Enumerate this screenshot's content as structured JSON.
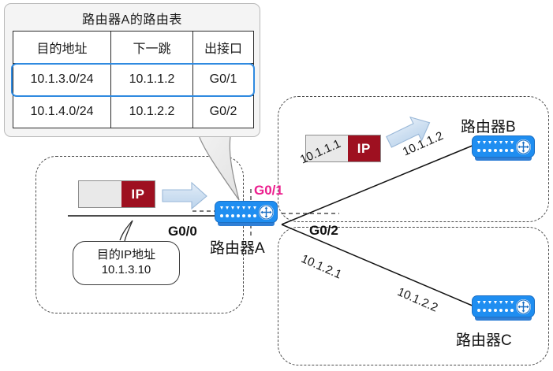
{
  "routing_table": {
    "title": "路由器A的路由表",
    "headers": [
      "目的地址",
      "下一跳",
      "出接口"
    ],
    "rows": [
      {
        "destination": "10.1.3.0/24",
        "next_hop": "10.1.1.2",
        "interface": "G0/1",
        "highlighted": true
      },
      {
        "destination": "10.1.4.0/24",
        "next_hop": "10.1.2.2",
        "interface": "G0/2",
        "highlighted": false
      }
    ],
    "highlight_color": "#2f8ae0"
  },
  "packets": {
    "left_label": "IP",
    "top_label": "IP"
  },
  "dest_bubble": {
    "line1": "目的IP地址",
    "line2": "10.1.3.10"
  },
  "routers": {
    "a": "路由器A",
    "b": "路由器B",
    "c": "路由器C"
  },
  "interfaces": {
    "g00": "G0/0",
    "g01": "G0/1",
    "g02": "G0/2",
    "g01_color": "#ec1e8e"
  },
  "addresses": {
    "link1_near": "10.1.1.1",
    "link1_far": "10.1.1.2",
    "link2_near": "10.1.2.1",
    "link2_far": "10.1.2.2"
  },
  "colors": {
    "router_body": "#1f8ef1",
    "packet_header": "#9e1020",
    "packet_payload": "#e9e9e9",
    "arrow_fill": "#cfe0f2",
    "region_border": "#4a4a4a"
  }
}
